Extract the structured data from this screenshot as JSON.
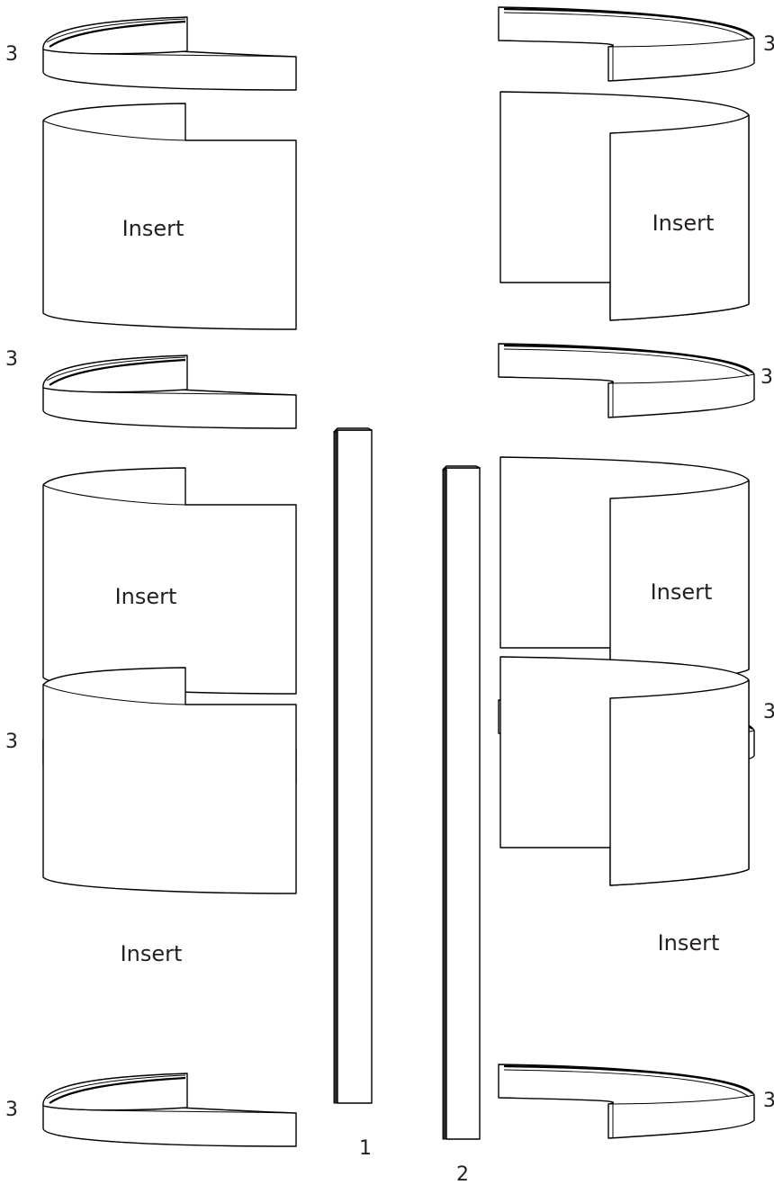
{
  "labels": {
    "insert": "Insert",
    "ring": "3",
    "rod_1": "1",
    "rod_2": "2"
  },
  "colors": {
    "line": "#000000",
    "text": "#231f20",
    "background": "#ffffff"
  }
}
